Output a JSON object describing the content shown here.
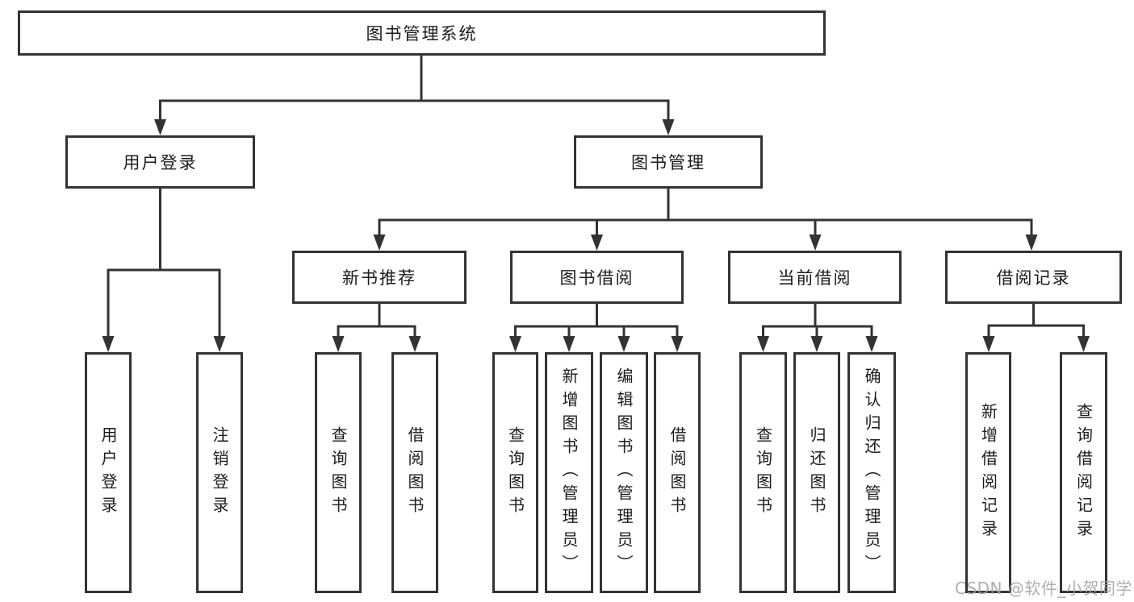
{
  "watermark": "CSDN @软件_小贺同学",
  "colors": {
    "line": "#333333",
    "box_border": "#333333",
    "text": "#1c1c1c",
    "background": "#ffffff",
    "watermark": "#a0a0a0"
  },
  "tree": {
    "label": "图书管理系统",
    "children": [
      {
        "label": "用户登录",
        "children": [
          {
            "label": "用户登录"
          },
          {
            "label": "注销登录"
          }
        ]
      },
      {
        "label": "图书管理",
        "children": [
          {
            "label": "新书推荐",
            "children": [
              {
                "label": "查询图书"
              },
              {
                "label": "借阅图书"
              }
            ]
          },
          {
            "label": "图书借阅",
            "children": [
              {
                "label": "查询图书"
              },
              {
                "label": "新增图书（管理员）"
              },
              {
                "label": "编辑图书（管理员）"
              },
              {
                "label": "借阅图书"
              }
            ]
          },
          {
            "label": "当前借阅",
            "children": [
              {
                "label": "查询图书"
              },
              {
                "label": "归还图书"
              },
              {
                "label": "确认归还（管理员）"
              }
            ]
          },
          {
            "label": "借阅记录",
            "children": [
              {
                "label": "新增借阅记录"
              },
              {
                "label": "查询借阅记录"
              }
            ]
          }
        ]
      }
    ]
  }
}
